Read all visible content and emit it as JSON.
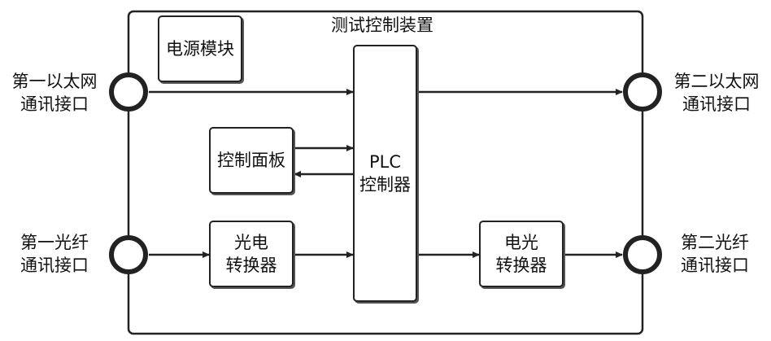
{
  "device": {
    "title": "测试控制装置"
  },
  "modules": {
    "power": "电源模块",
    "panel": "控制面板",
    "plc": [
      "PLC",
      "控制器"
    ],
    "oe": [
      "光电",
      "转换器"
    ],
    "eo": [
      "电光",
      "转换器"
    ]
  },
  "ports": {
    "eth1": [
      "第一以太网",
      "通讯接口"
    ],
    "eth2": [
      "第二以太网",
      "通讯接口"
    ],
    "fiber1": [
      "第一光纤",
      "通讯接口"
    ],
    "fiber2": [
      "第二光纤",
      "通讯接口"
    ]
  },
  "colors": {
    "line": "#222222",
    "fill": "#ffffff"
  }
}
